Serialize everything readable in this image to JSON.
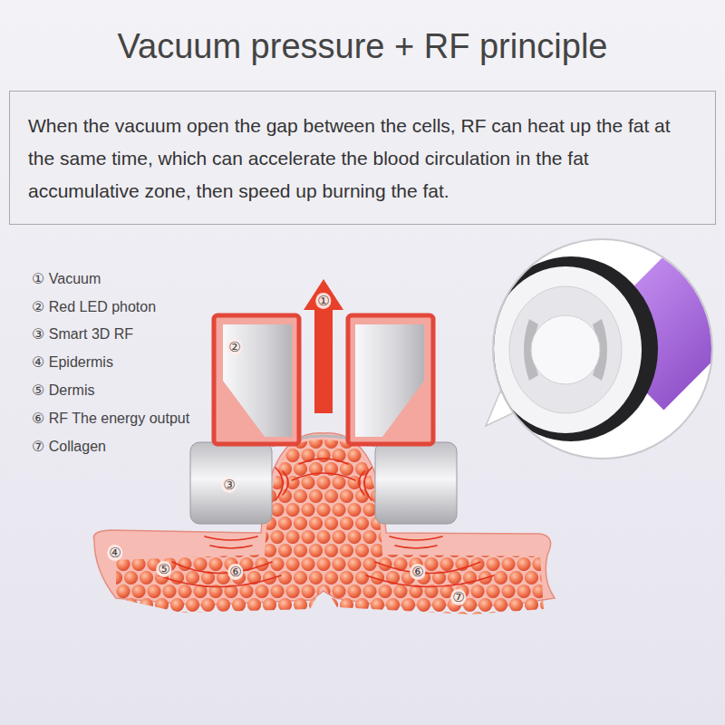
{
  "diagram": {
    "title": "Vacuum pressure + RF principle",
    "nodes": [
      {
        "text": [
          "When the vacuum open the gap between the cells, RF can heat up the fat at the same time, which can accelerate the blood circulation in the fat accumulative zone, then speed up burning the fat."
        ]
      }
    ],
    "labels": [
      "① Vacuum",
      "② Red LED photon",
      "③ Smart 3D RF",
      "④ Epidermis",
      "⑤ Dermis",
      "⑥ RF The energy output",
      "⑦ Collagen",
      "①",
      "②",
      "③",
      "④",
      "⑤",
      "⑥",
      "⑥",
      "⑦"
    ]
  }
}
